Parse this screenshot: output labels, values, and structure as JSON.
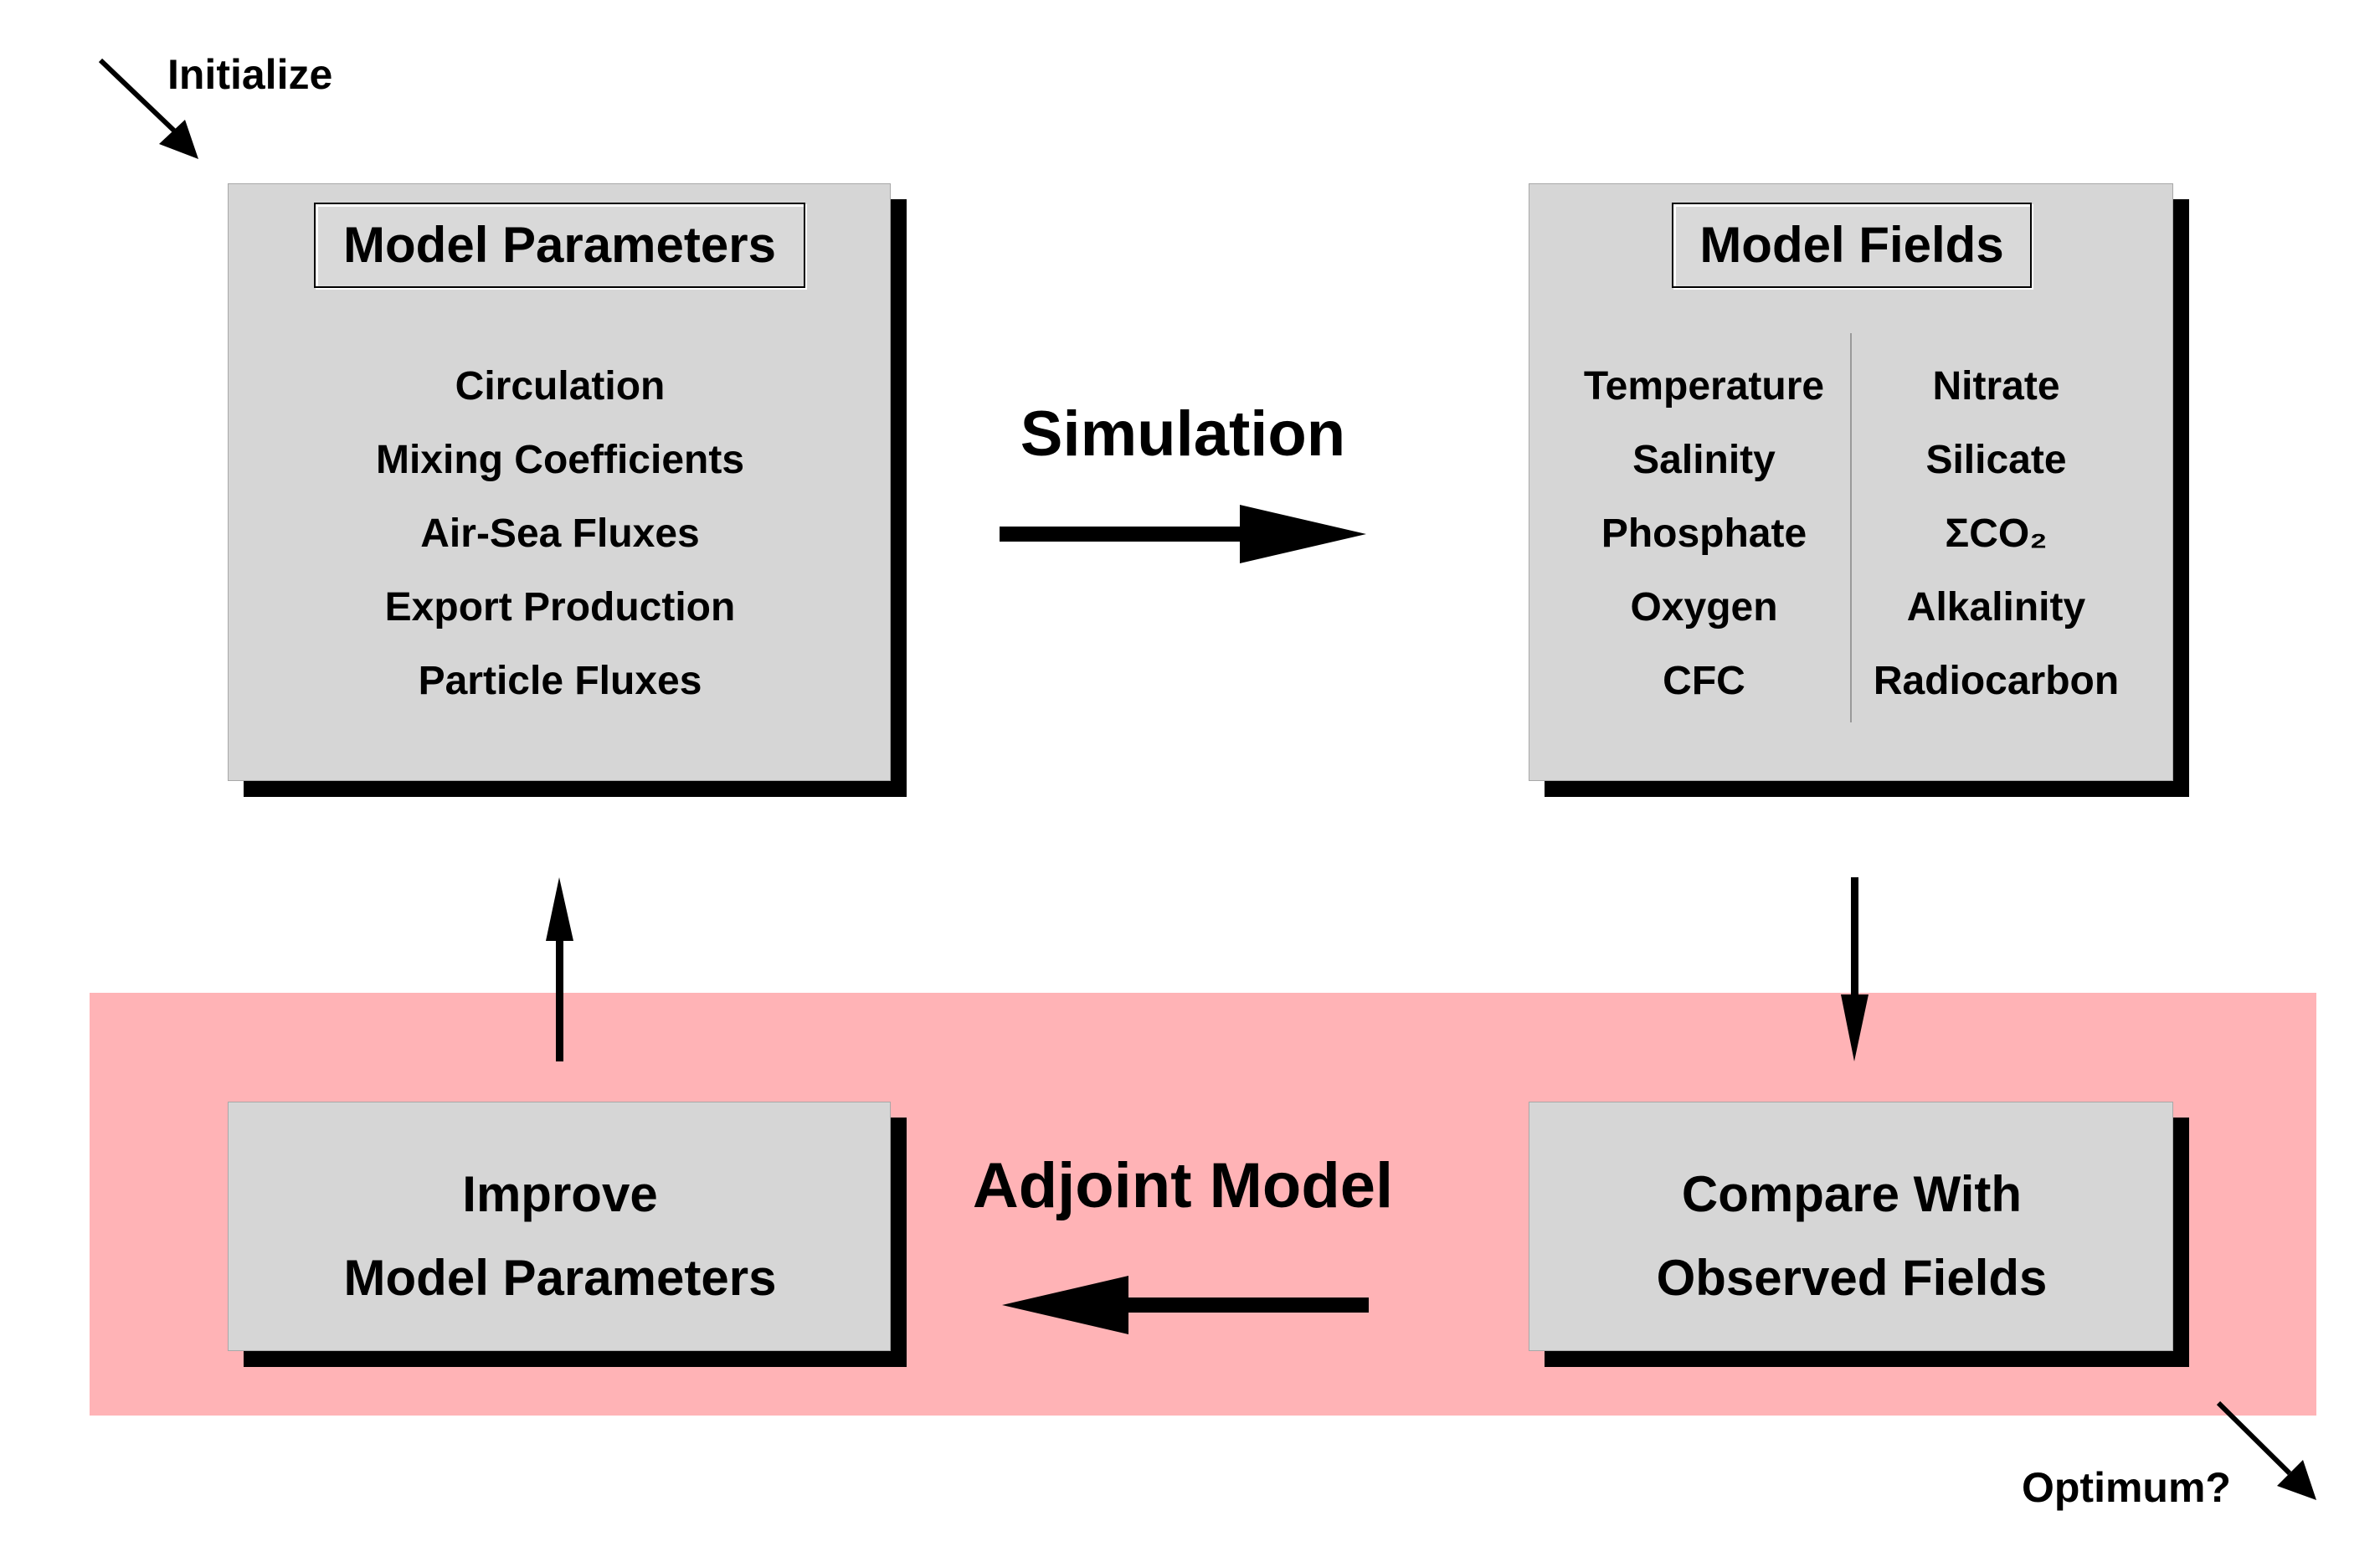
{
  "labels": {
    "initialize": "Initialize",
    "optimum": "Optimum?",
    "simulation": "Simulation",
    "adjoint_model": "Adjoint Model"
  },
  "model_parameters": {
    "title": "Model Parameters",
    "items": [
      "Circulation",
      "Mixing Coefficients",
      "Air-Sea Fluxes",
      "Export Production",
      "Particle Fluxes"
    ]
  },
  "model_fields": {
    "title": "Model Fields",
    "left_items": [
      "Temperature",
      "Salinity",
      "Phosphate",
      "Oxygen",
      "CFC"
    ],
    "right_items": [
      "Nitrate",
      "Silicate",
      "ΣCO₂",
      "Alkalinity",
      "Radiocarbon"
    ]
  },
  "improve_box": {
    "line1": "Improve",
    "line2": "Model Parameters"
  },
  "compare_box": {
    "line1": "Compare With",
    "line2": "Observed Fields"
  },
  "colors": {
    "box_fill": "#d6d6d6",
    "shadow": "#000000",
    "adjoint_band": "#ffb3b6"
  }
}
